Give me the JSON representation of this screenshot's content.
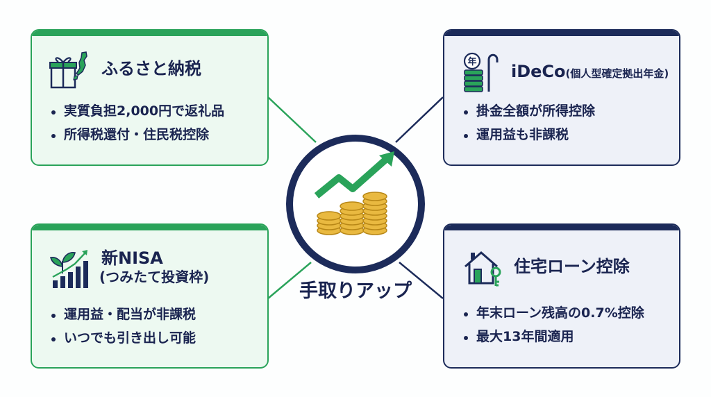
{
  "center": {
    "label": "手取りアップ",
    "icon": "growth-coins-icon"
  },
  "cards": {
    "furusato": {
      "title": "ふるさと納税",
      "icon": "gift-japan-icon",
      "items": [
        "実質負担2,000円で返礼品",
        "所得税還付・住民税控除"
      ]
    },
    "ideco": {
      "title": "iDeCo",
      "title_suffix": "(個人型確定拠出年金)",
      "icon": "pension-coins-cane-icon",
      "icon_char": "年",
      "items": [
        "掛金全額が所得控除",
        "運用益も非課税"
      ]
    },
    "nisa": {
      "title": "新NISA",
      "subtitle": "(つみたて投資枠)",
      "icon": "sprout-growth-chart-icon",
      "items": [
        "運用益・配当が非課税",
        "いつでも引き出し可能"
      ]
    },
    "housing": {
      "title": "住宅ローン控除",
      "icon": "house-key-icon",
      "items": [
        "年末ローン残高の0.7%控除",
        "最大13年間適用"
      ]
    }
  },
  "colors": {
    "green": "#2aa35a",
    "navy": "#1c2b5a",
    "text": "#1a2450",
    "coin": "#e9b940"
  }
}
